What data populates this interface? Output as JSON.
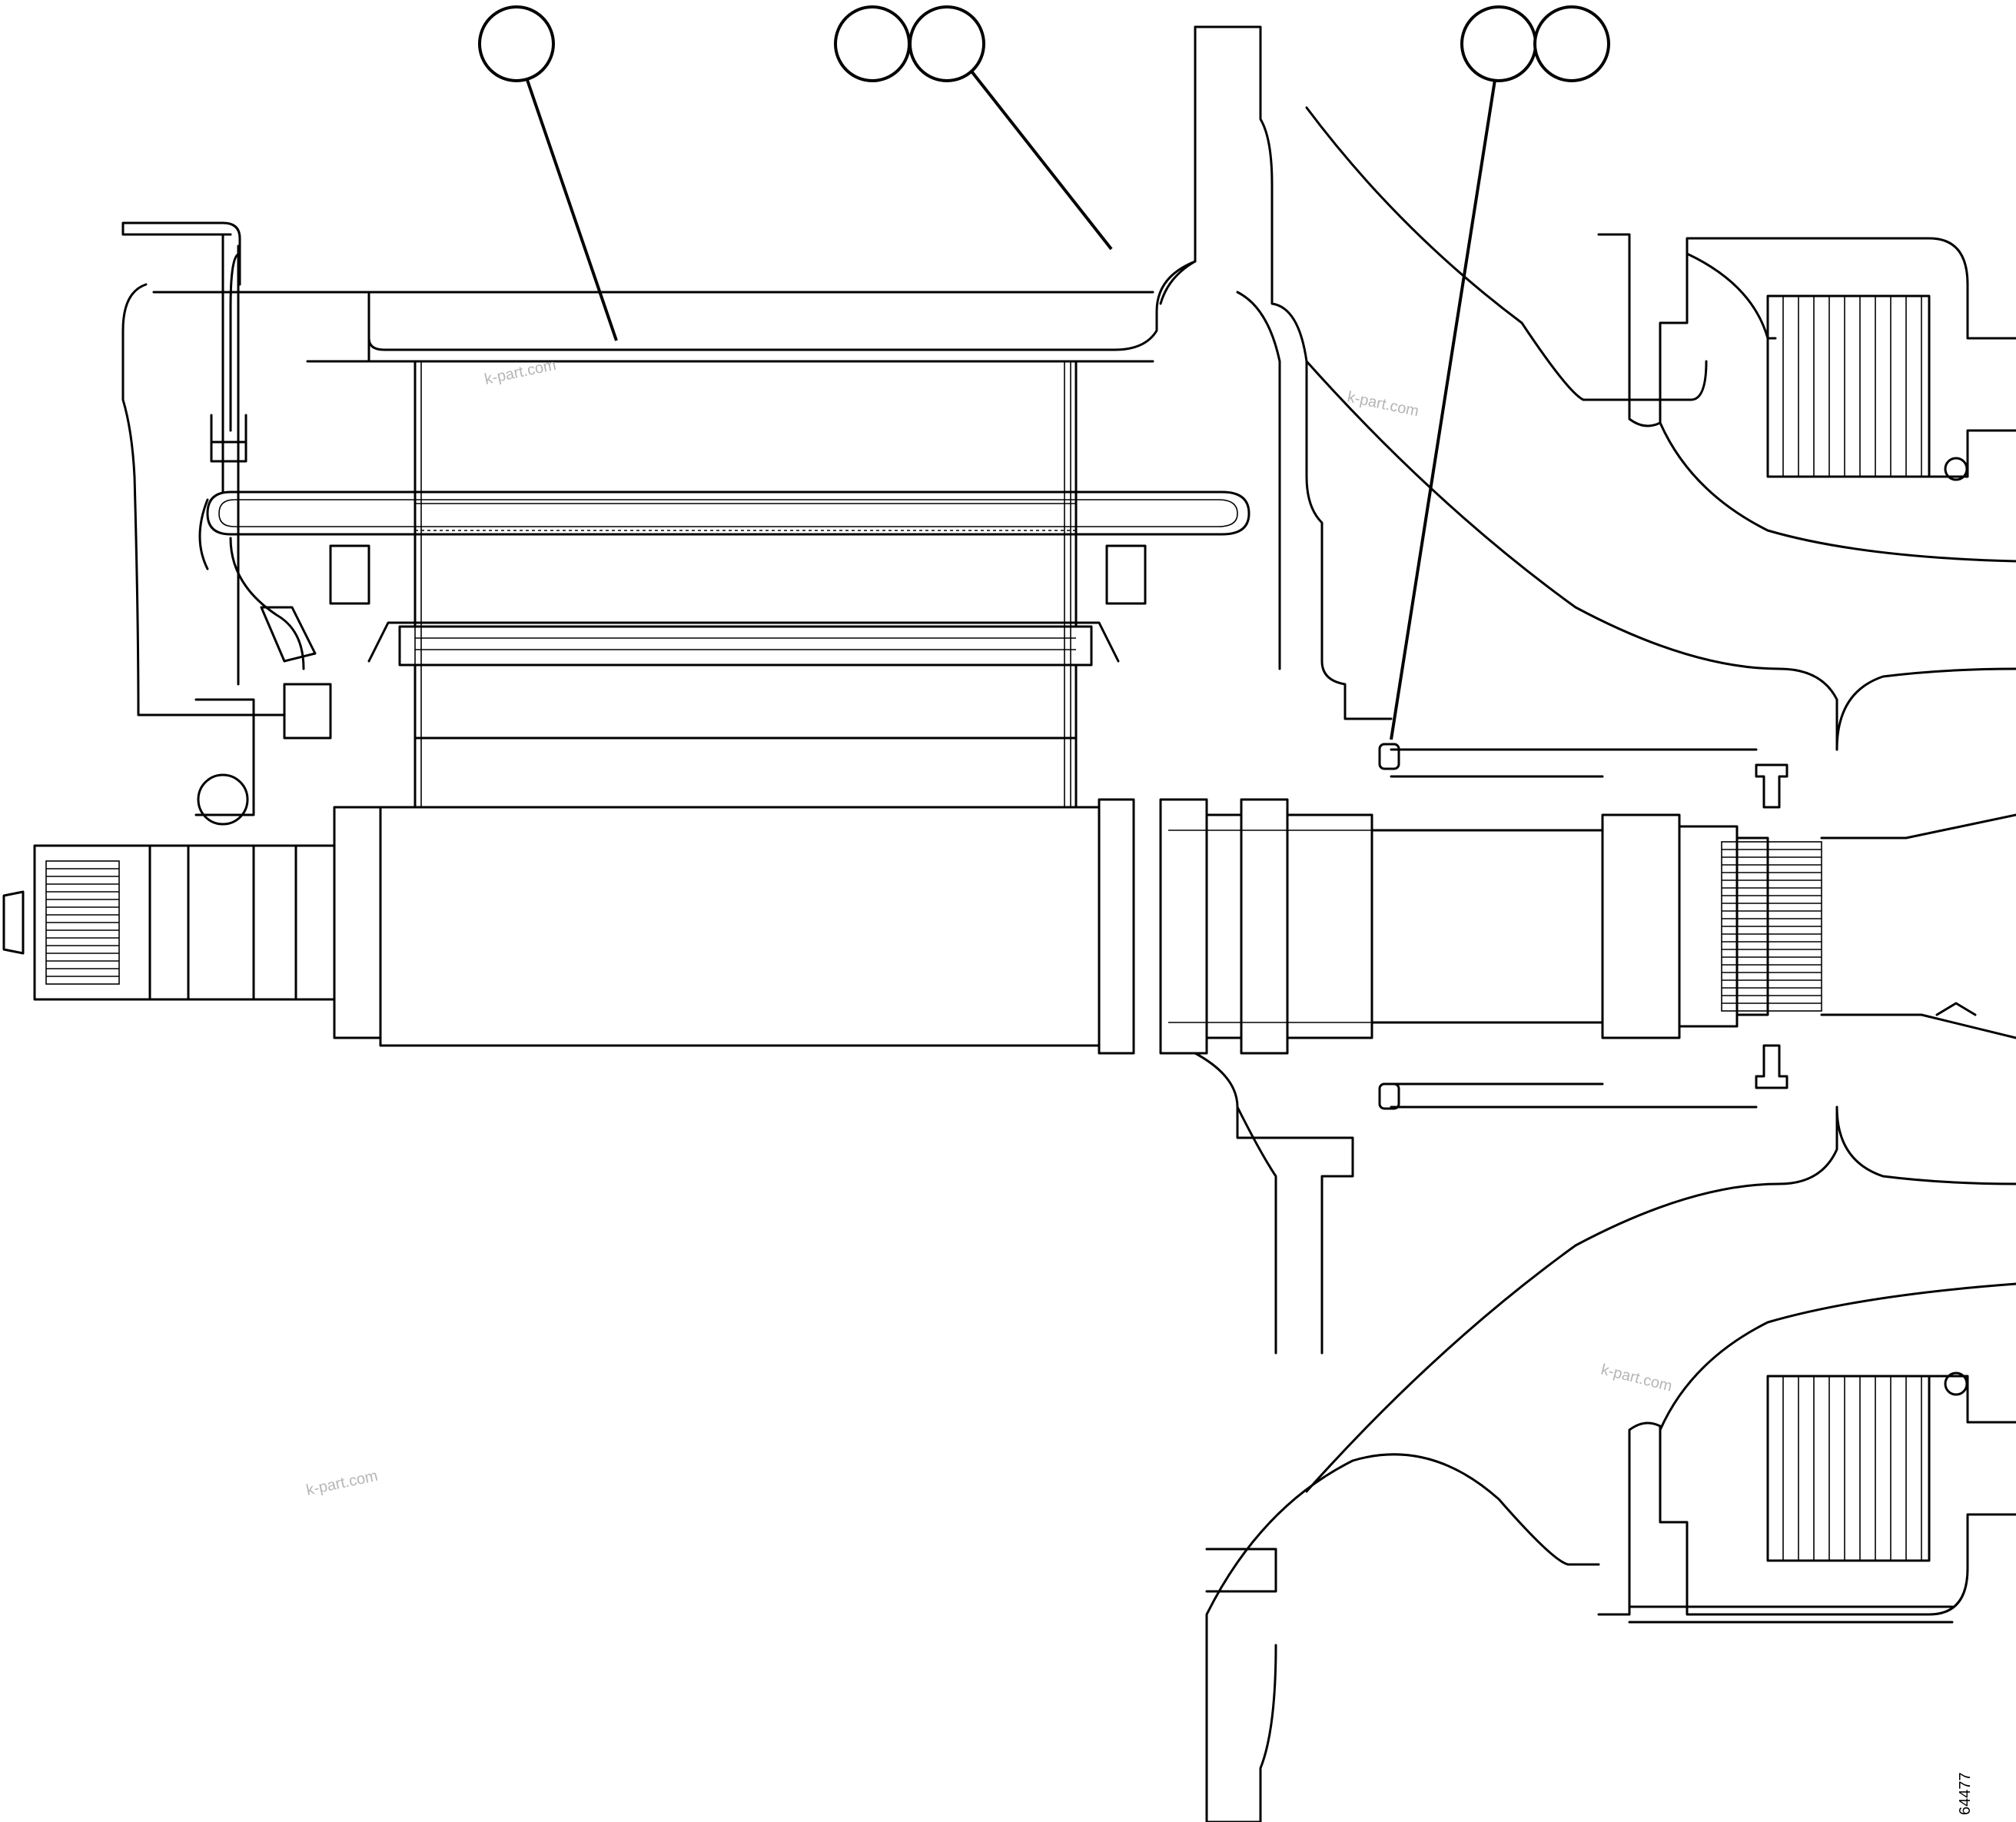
{
  "figure": {
    "number": "64477"
  },
  "watermarks": [
    "k-part.com",
    "k-part.com",
    "k-part.com",
    "k-part.com"
  ],
  "callouts": [
    {
      "label": ""
    },
    {
      "label": ""
    },
    {
      "label": ""
    },
    {
      "label": ""
    },
    {
      "label": ""
    }
  ]
}
